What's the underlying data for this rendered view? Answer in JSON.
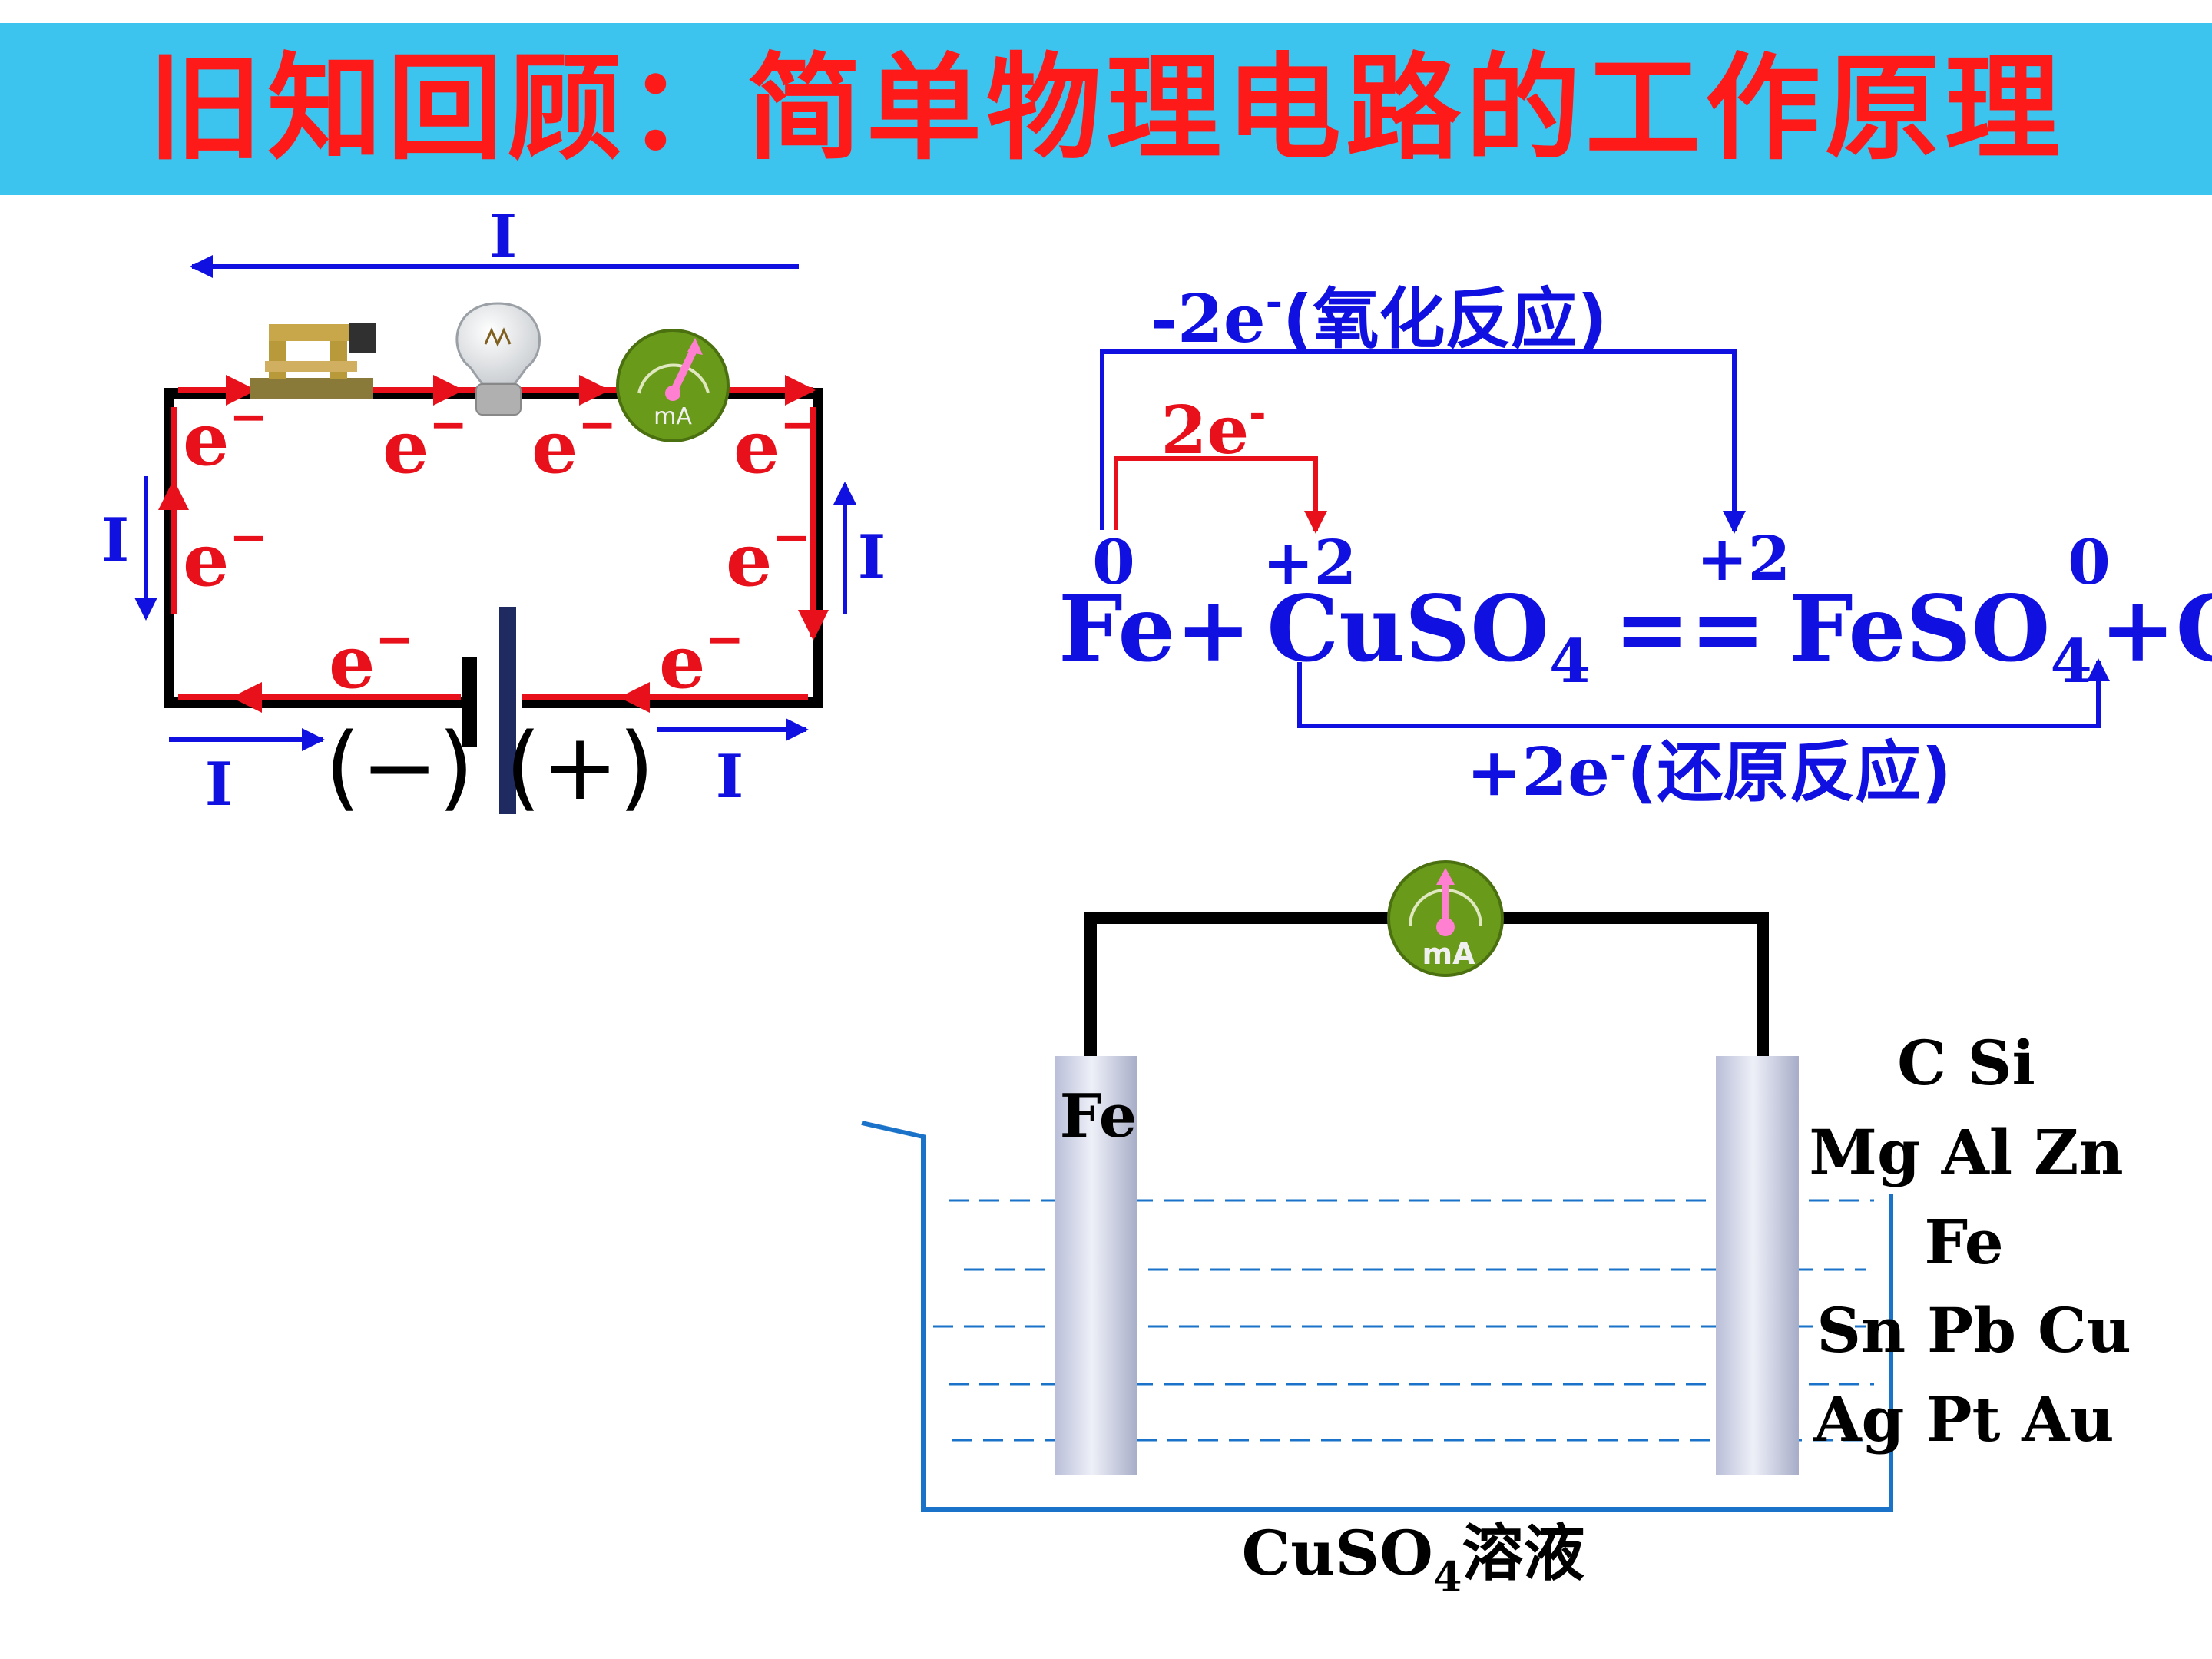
{
  "title": "旧知回顾：简单物理电路的工作原理",
  "colors": {
    "title_bg": "#3cc3ee",
    "title_text": "#ff1a1a",
    "electron": "#e8101a",
    "current": "#1010e0",
    "wire": "#000000",
    "beaker": "#1a73c8",
    "meter": "#6a9a1a"
  },
  "circuit": {
    "current_label": "I",
    "electron_label": "e",
    "electron_sup": "−",
    "negative_pole": "(−)",
    "positive_pole": "(+)",
    "meter_unit": "mA",
    "icons": [
      "switch-icon",
      "bulb-icon",
      "ammeter-icon",
      "battery-icon"
    ]
  },
  "reaction": {
    "fe": "Fe",
    "plus": "+",
    "cu": "Cu",
    "so": "SO",
    "sub4": "4",
    "equals": "==",
    "ox_fe_left": "0",
    "ox_cu_left": "+2",
    "ox_fe_right": "+2",
    "ox_cu_right": "0",
    "transfer_2e": "2e",
    "transfer_minus": "-",
    "oxidation_amount": "-2e",
    "oxidation_text": "(氧化反应)",
    "reduction_amount": "+2e",
    "reduction_text": "(还原反应)"
  },
  "cell": {
    "meter_unit": "mA",
    "left_electrode": "Fe",
    "solution_prefix": "CuSO",
    "solution_sub": "4",
    "solution_suffix": "溶液",
    "electrode_options": [
      "C  Si",
      "Mg Al Zn",
      "Fe",
      "Sn Pb Cu",
      "Ag Pt Au"
    ]
  }
}
